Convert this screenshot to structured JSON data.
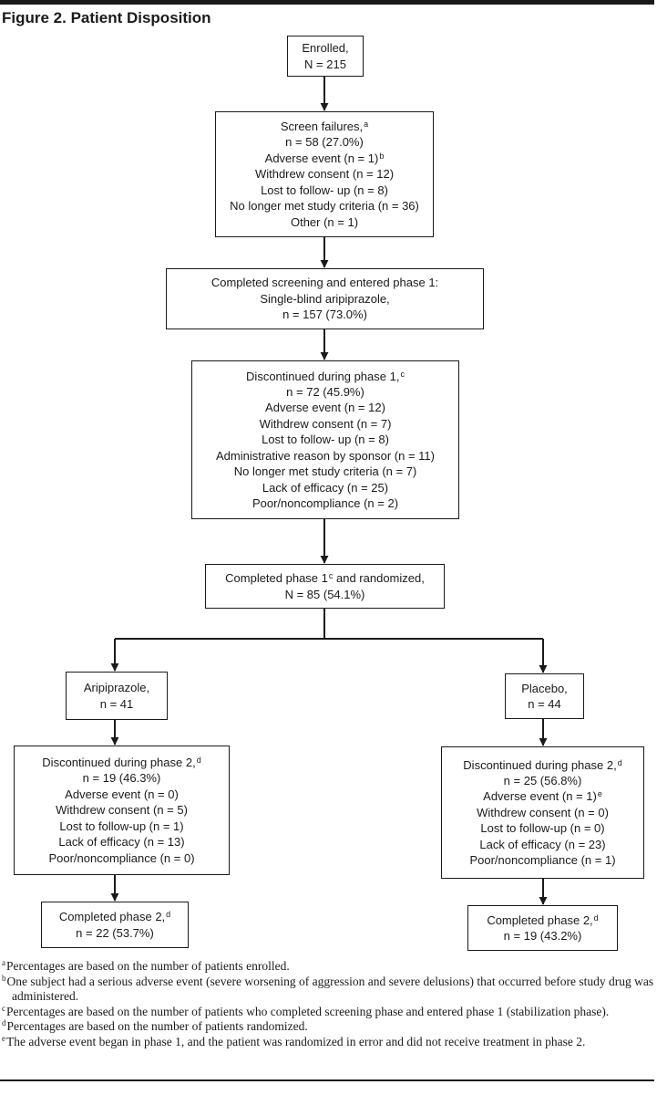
{
  "figure": {
    "title": "Figure 2. Patient Disposition"
  },
  "boxes": {
    "enrolled": {
      "lines": [
        {
          "text": "Enrolled,"
        },
        {
          "text": "N = 215"
        }
      ]
    },
    "screen_failures": {
      "lines": [
        {
          "text": "Screen  failures,",
          "sup": "a"
        },
        {
          "text": "n = 58 (27.0%)"
        },
        {
          "text": "Adverse event (n = 1)",
          "sup": "b"
        },
        {
          "text": "Withdrew consent (n = 12)"
        },
        {
          "text": "Lost to follow- up (n = 8)"
        },
        {
          "text": "No longer met study criteria (n = 36)"
        },
        {
          "text": "Other (n = 1)"
        }
      ]
    },
    "phase1_entry": {
      "lines": [
        {
          "text": "Completed screening and entered phase 1:"
        },
        {
          "text": "Single-blind aripiprazole,"
        },
        {
          "text": "n = 157 (73.0%)"
        }
      ]
    },
    "phase1_discontinued": {
      "lines": [
        {
          "text": "Discontinued during phase 1,",
          "sup": "c"
        },
        {
          "text": "n = 72 (45.9%)"
        },
        {
          "text": "Adverse event (n = 12)"
        },
        {
          "text": "Withdrew consent (n = 7)"
        },
        {
          "text": "Lost to follow- up (n = 8)"
        },
        {
          "text": "Administrative reason by sponsor (n = 11)"
        },
        {
          "text": "No longer met study criteria (n = 7)"
        },
        {
          "text": "Lack of efficacy (n = 25)"
        },
        {
          "text": "Poor/noncompliance (n = 2)"
        }
      ]
    },
    "randomized": {
      "lines": [
        {
          "text": "Completed phase 1",
          "sup": "c",
          "after": " and randomized,"
        },
        {
          "text": "N = 85 (54.1%)"
        }
      ]
    },
    "aripiprazole": {
      "lines": [
        {
          "text": "Aripiprazole,"
        },
        {
          "text": "n = 41"
        }
      ]
    },
    "placebo": {
      "lines": [
        {
          "text": "Placebo,"
        },
        {
          "text": "n = 44"
        }
      ]
    },
    "ari_discontinued": {
      "lines": [
        {
          "text": "Discontinued during phase 2,",
          "sup": "d"
        },
        {
          "text": "n = 19 (46.3%)"
        },
        {
          "text": "Adverse event (n = 0)"
        },
        {
          "text": "Withdrew consent (n = 5)"
        },
        {
          "text": "Lost to follow-up (n = 1)"
        },
        {
          "text": "Lack of efficacy (n = 13)"
        },
        {
          "text": "Poor/noncompliance (n = 0)"
        }
      ]
    },
    "pla_discontinued": {
      "lines": [
        {
          "text": "Discontinued during phase 2,",
          "sup": "d"
        },
        {
          "text": "n = 25 (56.8%)"
        },
        {
          "text": "Adverse event (n = 1)",
          "sup": "e"
        },
        {
          "text": "Withdrew consent (n = 0)"
        },
        {
          "text": "Lost to follow-up (n = 0)"
        },
        {
          "text": "Lack of efficacy (n = 23)"
        },
        {
          "text": "Poor/noncompliance (n = 1)"
        }
      ]
    },
    "ari_completed": {
      "lines": [
        {
          "text": "Completed phase 2,",
          "sup": "d"
        },
        {
          "text": "n = 22 (53.7%)"
        }
      ]
    },
    "pla_completed": {
      "lines": [
        {
          "text": "Completed phase 2,",
          "sup": "d"
        },
        {
          "text": "n = 19 (43.2%)"
        }
      ]
    }
  },
  "footnotes": [
    {
      "mark": "a",
      "text": "Percentages are based on the number of patients enrolled."
    },
    {
      "mark": "b",
      "text": "One subject had a serious adverse event (severe worsening of aggression and severe delusions) that occurred before study drug was administered."
    },
    {
      "mark": "c",
      "text": "Percentages are based on the number of patients who completed screening phase and entered phase 1 (stabilization phase)."
    },
    {
      "mark": "d",
      "text": "Percentages are based on the number of patients randomized."
    },
    {
      "mark": "e",
      "text": "The adverse event began in phase 1, and the patient was randomized in error and did not receive treatment in phase 2."
    }
  ]
}
